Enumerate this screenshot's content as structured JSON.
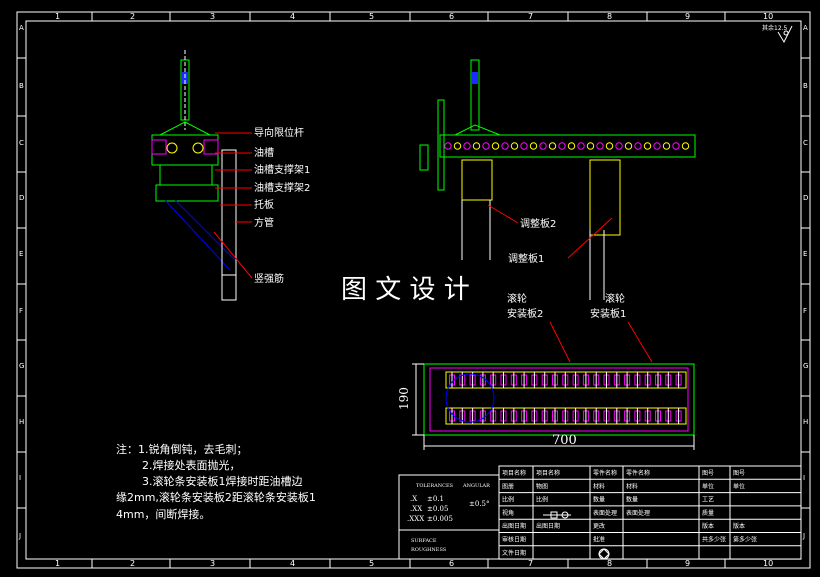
{
  "grid": {
    "cols": [
      "1",
      "2",
      "3",
      "4",
      "5",
      "6",
      "7",
      "8",
      "9",
      "10"
    ],
    "rows": [
      "A",
      "B",
      "C",
      "D",
      "E",
      "F",
      "G",
      "H",
      "I",
      "J"
    ],
    "scale_note": "其余12.5"
  },
  "title_overlay": "图 文 设 计",
  "left_view_labels": [
    "导向限位杆",
    "油槽",
    "油槽支撑架1",
    "油槽支撑架2",
    "托板",
    "方管",
    "竖强筋"
  ],
  "right_view_labels": {
    "adj2": "调整板2",
    "adj1": "调整板1",
    "mount2_line1": "滚轮",
    "mount2_line2": "安装板2",
    "mount1_line1": "滚轮",
    "mount1_line2": "安装板1"
  },
  "dimensions": {
    "height": "190",
    "width": "700"
  },
  "notes": {
    "line1": "注：1.锐角倒钝，去毛刺；",
    "line2": "2.焊接处表面抛光，",
    "line3": "3.滚轮条安装板1焊接时距油槽边",
    "line4": "缘2mm,滚轮条安装板2距滚轮条安装板1",
    "line5": "4mm，间断焊接。"
  },
  "tolerances": {
    "header": "TOLERANCES",
    "angular": "ANGULAR",
    "x": ".X",
    "x_val": "±0.1",
    "xx": ".XX",
    "xx_val": "±0.05",
    "xxx": ".XXX",
    "xxx_val": "±0.005",
    "angular_val": "±0.5°",
    "surface1": "SURFACE",
    "surface2": "ROUGHNESS"
  },
  "title_block": {
    "r1": [
      "项目名称",
      "项目名称",
      "零件名称",
      "零件名称",
      "图号",
      "图号"
    ],
    "r2": [
      "图册",
      "物图",
      "材料",
      "材料",
      "单位",
      "单位"
    ],
    "r3": [
      "比例",
      "比例",
      "数量",
      "数量",
      "工艺",
      ""
    ],
    "r4": [
      "视角",
      "",
      "表面处理",
      "表面处理",
      "质量",
      ""
    ],
    "r5": [
      "出图日期",
      "出图日期",
      "更改",
      "",
      "版本",
      "版本"
    ],
    "r6": [
      "审核日期",
      "",
      "批准",
      "",
      "共多少张",
      "第多少张"
    ],
    "r7": [
      "文件日期",
      "",
      "",
      "",
      "",
      ""
    ]
  }
}
